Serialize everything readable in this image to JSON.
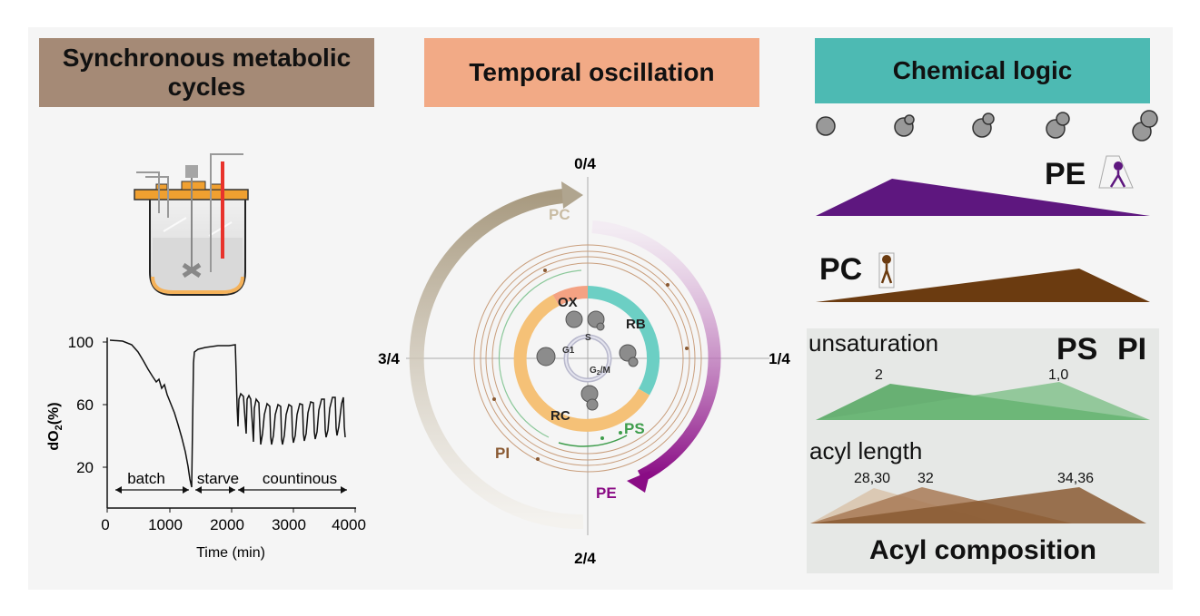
{
  "headers": {
    "left": "Synchronous metabolic cycles",
    "middle": "Temporal oscillation",
    "right": "Chemical logic"
  },
  "do2_plot": {
    "ylabel_main": "dO",
    "ylabel_sub": "2",
    "ylabel_unit": "(%)",
    "xlabel": "Time (min)",
    "yticks": [
      "100",
      "60",
      "20"
    ],
    "xticks": [
      "0",
      "1000",
      "2000",
      "3000",
      "4000"
    ],
    "phases": [
      "batch",
      "starve",
      "countinous"
    ]
  },
  "oscillation": {
    "quadrants": {
      "top": "0/4",
      "right": "1/4",
      "bottom": "2/4",
      "left": "3/4"
    },
    "ring_labels": {
      "ox": "OX",
      "rb": "RB",
      "rc": "RC"
    },
    "cell_cycle": {
      "g1": "G1",
      "s": "S",
      "g2m_main": "G",
      "g2m_sub": "2",
      "g2m_tail": "/M"
    },
    "lipids": {
      "pc": "PC",
      "pe": "PE",
      "ps": "PS",
      "pi": "PI"
    }
  },
  "chemical_logic": {
    "pe_label": "PE",
    "pc_label": "PC",
    "unsaturation_label": "unsaturation",
    "ps_label": "PS",
    "pi_label": "PI",
    "unsat_peak_1": "2",
    "unsat_peak_2": "1,0",
    "acyl_length_label": "acyl length",
    "acyl_peak_1": "28,30",
    "acyl_peak_2": "32",
    "acyl_peak_3": "34,36",
    "acyl_composition_label": "Acyl composition"
  },
  "colors": {
    "pe": "#5e177f",
    "pc": "#6b3b10",
    "ps": "#3e9d4c",
    "pi": "#8a5a33",
    "rb": "#6ccfc4",
    "rc": "#f5c177",
    "ox": "#f4a283"
  }
}
